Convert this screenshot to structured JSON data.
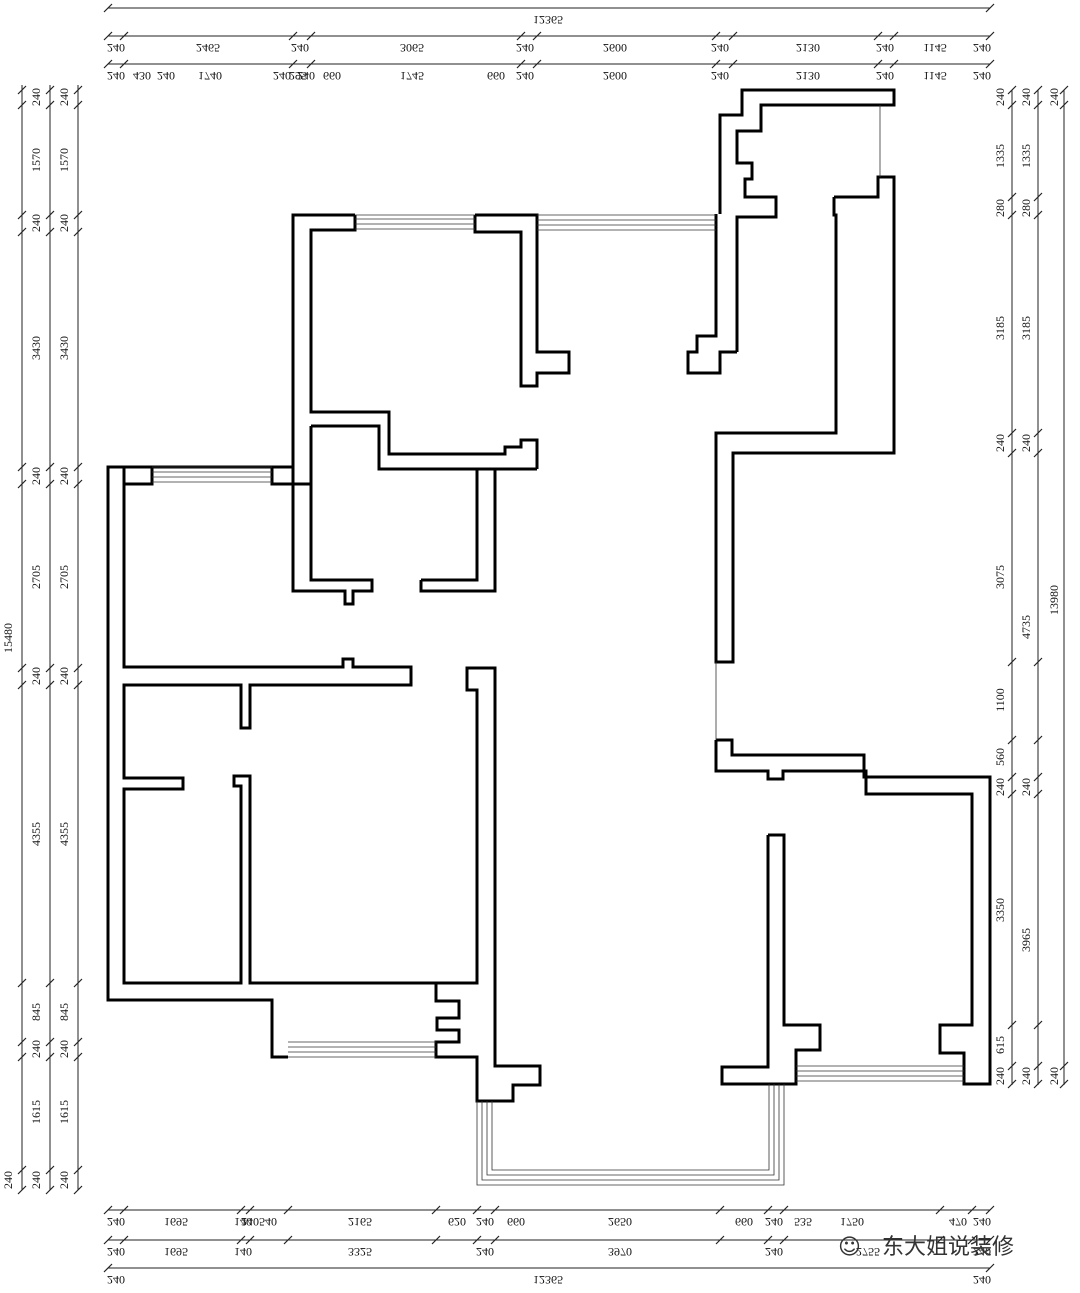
{
  "plan": {
    "top_outer": {
      "total": "12365"
    },
    "top_mid": [
      "240",
      "2465",
      "240",
      "3065",
      "240",
      "2600",
      "240",
      "2130",
      "240",
      "1145",
      "240"
    ],
    "top_inner": [
      "240",
      "430",
      "240",
      "1740",
      "240",
      "295",
      "240",
      "660",
      "1745",
      "660",
      "240",
      "2600",
      "240",
      "2130",
      "240",
      "1145",
      "240"
    ],
    "bottom_inner": [
      "240",
      "1695",
      "140",
      "240",
      "540",
      "2165",
      "620",
      "240",
      "660",
      "2650",
      "660",
      "240",
      "535",
      "1750",
      "470",
      "240"
    ],
    "bottom_mid": [
      "240",
      "1695",
      "140",
      "3325",
      "240",
      "3970",
      "240",
      "2755",
      "240"
    ],
    "bottom_outer": {
      "left": "240",
      "total": "12365",
      "right": "240"
    },
    "left_outer": {
      "total": "15480"
    },
    "left_a": [
      "240",
      "1570",
      "240",
      "3430",
      "240",
      "2705",
      "240",
      "4355",
      "845",
      "240",
      "1615",
      "240"
    ],
    "left_b": [
      "240",
      "1570",
      "240",
      "3430",
      "240",
      "2705",
      "240",
      "4355",
      "845",
      "240",
      "1615",
      "240"
    ],
    "left_extra": "240",
    "right_a": [
      "240",
      "1335",
      "280",
      "3185",
      "240",
      "3075",
      "1100",
      "560",
      "240",
      "3350",
      "615",
      "240"
    ],
    "right_b": [
      "240",
      "1335",
      "280",
      "3185",
      "240",
      "4735",
      "240",
      "3965",
      "240"
    ],
    "right_c": {
      "top": "240",
      "total": "13980",
      "bottom": "240"
    }
  },
  "watermark": "东大姐说装修"
}
